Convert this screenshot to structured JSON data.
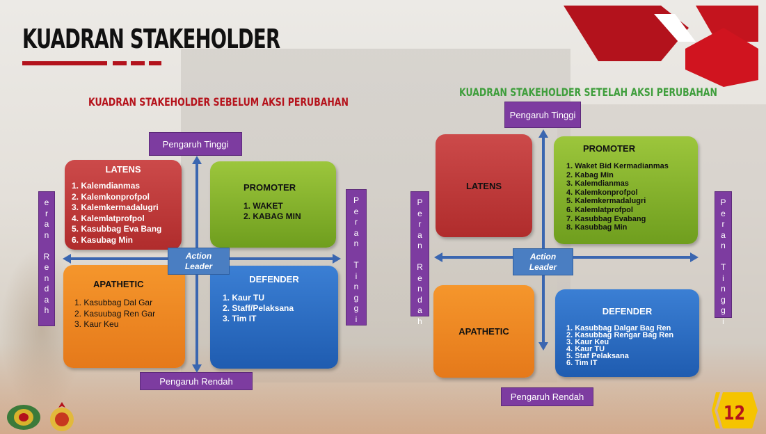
{
  "slide": {
    "title": "KUADRAN STAKEHOLDER",
    "page_number": "12",
    "accent_color": "#b3121c"
  },
  "left": {
    "heading": "KUADRAN STAKEHOLDER SEBELUM AKSI PERUBAHAN",
    "top_label": "Pengaruh Tinggi",
    "bottom_label": "Pengaruh Rendah",
    "left_label_chars": [
      "e",
      "r",
      "a",
      "n",
      "",
      "R",
      "e",
      "n",
      "d",
      "a",
      "h"
    ],
    "right_label_chars": [
      "P",
      "e",
      "r",
      "a",
      "n",
      "",
      "T",
      "i",
      "n",
      "g",
      "g",
      "i"
    ],
    "action_leader": [
      "Action",
      "Leader"
    ],
    "latens": {
      "title": "LATENS",
      "items": [
        "1. Kalemdianmas",
        "2. Kalemkonprofpol",
        "3. Kalemkermadalugri",
        "4. Kalemlatprofpol",
        "5. Kasubbag Eva Bang",
        "6. Kasubag Min"
      ]
    },
    "promoter": {
      "title": "PROMOTER",
      "items": [
        "1. WAKET",
        "2. KABAG MIN"
      ]
    },
    "apathetic": {
      "title": "APATHETIC",
      "items": [
        "1. Kasubbag Dal Gar",
        "2. Kasuubag Ren Gar",
        "3. Kaur Keu"
      ]
    },
    "defender": {
      "title": "DEFENDER",
      "items": [
        "1.  Kaur TU",
        "2.  Staff/Pelaksana",
        "3.  Tim IT"
      ]
    }
  },
  "right": {
    "heading": "KUADRAN STAKEHOLDER SETELAH AKSI PERUBAHAN",
    "top_label": "Pengaruh Tinggi",
    "bottom_label": "Pengaruh Rendah",
    "left_label_chars": [
      "P",
      "e",
      "r",
      "a",
      "n",
      "",
      "R",
      "e",
      "n",
      "d",
      "a",
      "h"
    ],
    "right_label_chars": [
      "P",
      "e",
      "r",
      "a",
      "n",
      "",
      "T",
      "i",
      "n",
      "g",
      "g",
      "i"
    ],
    "action_leader": [
      "Action",
      "Leader"
    ],
    "latens": {
      "title": "LATENS"
    },
    "promoter": {
      "title": "PROMOTER",
      "items": [
        "1.  Waket Bid Kermadianmas",
        "2.  Kabag Min",
        "3. Kalemdianmas",
        "4. Kalemkonprofpol",
        "5. Kalemkermadalugri",
        "6. Kalemlatprofpol",
        "7. Kasubbag Evabang",
        "8. Kasubbag Min"
      ]
    },
    "apathetic": {
      "title": "APATHETIC"
    },
    "defender": {
      "title": "DEFENDER",
      "items": [
        "1.   Kasubbag Dalgar Bag Ren",
        "2.   Kasubbag Rengar Bag Ren",
        "3.   Kaur Keu",
        "4.   Kaur TU",
        "5.   Staf Pelaksana",
        "6.   Tim IT"
      ]
    }
  }
}
